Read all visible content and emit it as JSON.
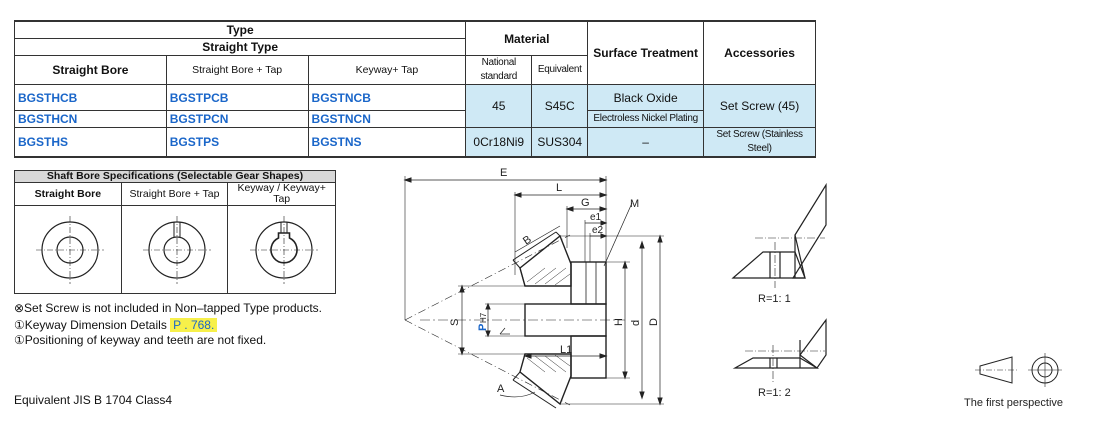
{
  "spec": {
    "type_label": "Type",
    "straight_type": "Straight Type",
    "material_label": "Material",
    "surface_label": "Surface Treatment",
    "accessories_label": "Accessories",
    "col_straight_bore": "Straight Bore",
    "col_bore_tap": "Straight Bore + Tap",
    "col_keyway_tap": "Keyway+ Tap",
    "col_national": "National standard",
    "col_equivalent": "Equivalent",
    "rows": [
      {
        "a": "BGSTHCB",
        "b": "BGSTPCB",
        "c": "BGSTNCB"
      },
      {
        "a": "BGSTHCN",
        "b": "BGSTPCN",
        "c": "BGSTNCN"
      },
      {
        "a": "BGSTHS",
        "b": "BGSTPS",
        "c": "BGSTNS"
      }
    ],
    "mat1_nat": "45",
    "mat1_eq": "S45C",
    "mat2_nat": "0Cr18Ni9",
    "mat2_eq": "SUS304",
    "surf1": "Black Oxide",
    "surf2": "Electroless Nickel Plating",
    "surf3": "–",
    "acc1": "Set Screw (45)",
    "acc2": "Set Screw (Stainless Steel)"
  },
  "bore": {
    "title": "Shaft Bore Specifications (Selectable Gear Shapes)",
    "c1": "Straight Bore",
    "c2": "Straight Bore + Tap",
    "c3": "Keyway / Keyway+ Tap"
  },
  "notes": {
    "n1": "⊗Set Screw is not included in Non–tapped Type products.",
    "n2_pre": "①Keyway Dimension Details ",
    "n2_badge": "P . 768.",
    "n3": "①Positioning of keyway and teeth are not fixed.",
    "footer": "Equivalent JIS B 1704 Class4"
  },
  "drawing": {
    "E": "E",
    "L": "L",
    "G": "G",
    "e1": "e1",
    "e2": "e2",
    "M": "M",
    "B": "B",
    "S": "S",
    "P": "P",
    "H7": "H7",
    "L1": "L1",
    "H": "H",
    "d": "d",
    "D": "D",
    "A": "A",
    "r1": "R=1: 1",
    "r2": "R=1: 2",
    "perspective": "The first perspective"
  },
  "colors": {
    "accent_blue": "#1a66c9",
    "cell_blue": "#cfe9f5",
    "highlight": "#f7f04a"
  }
}
